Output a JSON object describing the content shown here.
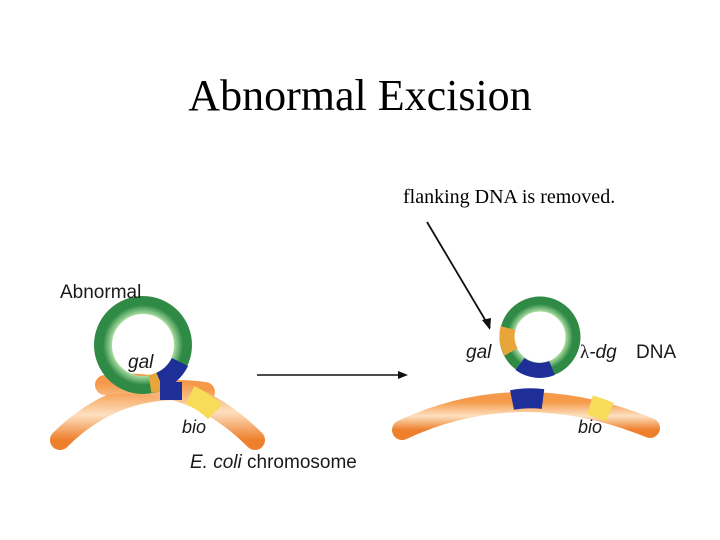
{
  "title": "Abnormal Excision",
  "annotation": "flanking DNA is removed.",
  "left_panel": {
    "heading": "Abnormal",
    "gal": "gal",
    "bio": "bio",
    "chromosome_species": "E. coli",
    "chromosome_word": " chromosome"
  },
  "right_panel": {
    "gal": "gal",
    "lambda": "λ",
    "dg": "-dg",
    "dna": "DNA",
    "bio": "bio"
  },
  "colors": {
    "ring_green": "#2f8a46",
    "ring_highlight": "#9dd89a",
    "chromosome_orange": "#f08a3a",
    "chromosome_highlight": "#fcd2a8",
    "gal_segment": "#e8a53a",
    "blue_segment": "#1f2f9a",
    "bio_segment": "#f7dc5a",
    "arrow": "#111111"
  }
}
